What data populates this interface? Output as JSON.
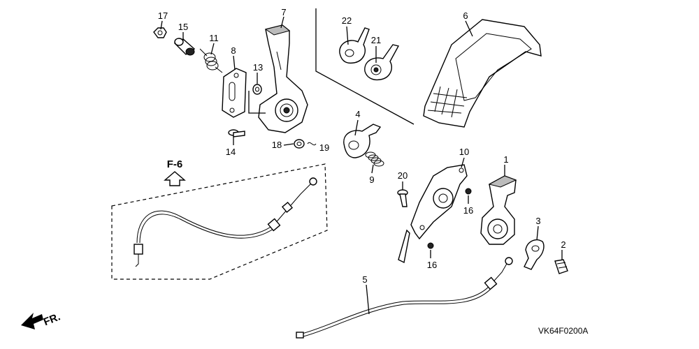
{
  "diagram": {
    "callouts": [
      {
        "id": "1",
        "text": "1"
      },
      {
        "id": "2",
        "text": "2"
      },
      {
        "id": "3",
        "text": "3"
      },
      {
        "id": "4",
        "text": "4"
      },
      {
        "id": "5",
        "text": "5"
      },
      {
        "id": "6",
        "text": "6"
      },
      {
        "id": "7",
        "text": "7"
      },
      {
        "id": "8",
        "text": "8"
      },
      {
        "id": "9",
        "text": "9"
      },
      {
        "id": "10",
        "text": "10"
      },
      {
        "id": "11",
        "text": "11"
      },
      {
        "id": "13",
        "text": "13"
      },
      {
        "id": "14",
        "text": "14"
      },
      {
        "id": "15",
        "text": "15"
      },
      {
        "id": "16a",
        "text": "16"
      },
      {
        "id": "16b",
        "text": "16"
      },
      {
        "id": "17",
        "text": "17"
      },
      {
        "id": "18",
        "text": "18"
      },
      {
        "id": "19",
        "text": "19"
      },
      {
        "id": "20",
        "text": "20"
      },
      {
        "id": "21",
        "text": "21"
      },
      {
        "id": "22",
        "text": "22"
      }
    ],
    "ref_label": "F-6",
    "direction_label": "FR.",
    "figure_code": "VK64F0200A"
  }
}
